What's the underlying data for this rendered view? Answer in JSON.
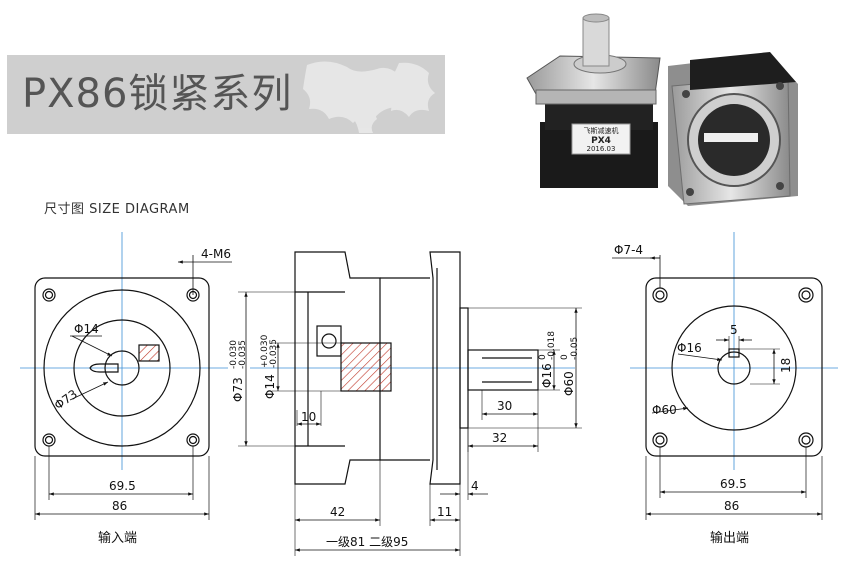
{
  "title": "PX86锁紧系列",
  "subtitle": "尺寸图  SIZE  DIAGRAM",
  "photo": {
    "plate_line1": "飞斯减速机",
    "plate_model": "PX4",
    "plate_date": "2016.03"
  },
  "input_view": {
    "hole_callout": "4-M6",
    "bore": "Φ14",
    "pitch_circle": "Φ73",
    "hole_spacing": "69.5",
    "flange_width": "86",
    "caption": "输入端"
  },
  "side_view": {
    "pilot_dia": "Φ73",
    "pilot_tol_upper": "-0.030",
    "pilot_tol_lower": "-0.035",
    "bore_dia": "Φ14",
    "bore_tol_upper": "+0.030",
    "bore_tol_lower": "-0.035",
    "shaft_dia": "Φ16",
    "shaft_tol_upper": "0",
    "shaft_tol_lower": "-0.018",
    "spigot_dia": "Φ60",
    "spigot_tol_upper": "0",
    "spigot_tol_lower": "-0.05",
    "dim_10": "10",
    "dim_30": "30",
    "dim_32": "32",
    "dim_4": "4",
    "dim_42": "42",
    "dim_11": "11",
    "overall_length": "一级81  二级95"
  },
  "output_view": {
    "hole_callout": "Φ7-4",
    "key_width": "5",
    "shaft_dia": "Φ16",
    "key_height": "18",
    "spigot_dia": "Φ60",
    "hole_spacing": "69.5",
    "flange_width": "86",
    "caption": "输出端"
  }
}
